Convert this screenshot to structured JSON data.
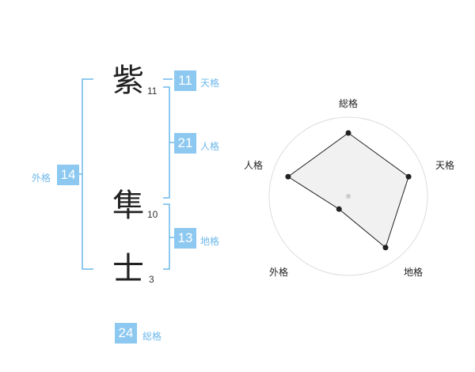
{
  "name": {
    "chars": [
      {
        "char": "紫",
        "strokes": "11"
      },
      {
        "char": "隼",
        "strokes": "10"
      },
      {
        "char": "士",
        "strokes": "3"
      }
    ]
  },
  "kaku": {
    "ten": {
      "value": "11",
      "label": "天格"
    },
    "jin": {
      "value": "21",
      "label": "人格"
    },
    "chi": {
      "value": "13",
      "label": "地格"
    },
    "gai": {
      "value": "14",
      "label": "外格"
    },
    "sou": {
      "value": "24",
      "label": "総格"
    }
  },
  "chart_data": {
    "type": "radar",
    "axes": [
      "総格",
      "天格",
      "地格",
      "外格",
      "人格"
    ],
    "values": [
      4,
      4,
      4,
      1,
      4
    ],
    "max": 5,
    "rings": 5,
    "grid": true
  },
  "colors": {
    "accent": "#8cc8f0",
    "bracket": "#6db8ea",
    "radar_fill": "#eeeeee",
    "radar_line": "#222222"
  }
}
